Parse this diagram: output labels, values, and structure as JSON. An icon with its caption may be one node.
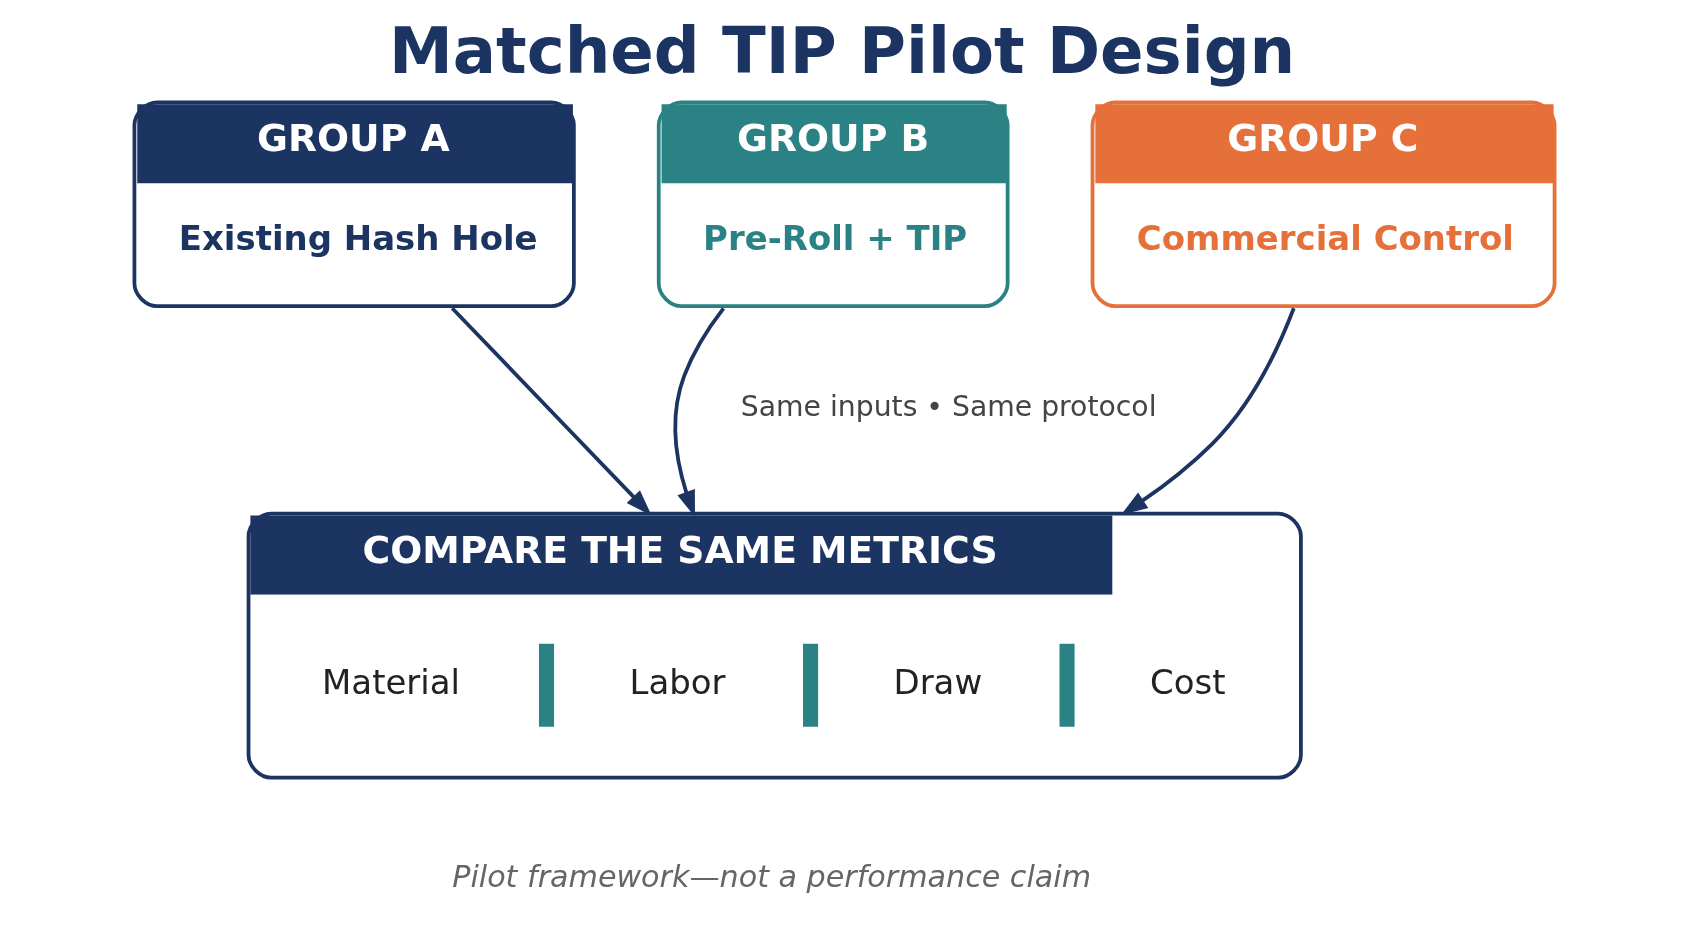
{
  "diagram": {
    "title": "Matched TIP Pilot Design",
    "caption": "Pilot framework—not a performance claim",
    "nodes": [
      {
        "text": [
          "GROUP A",
          "Existing Hash Hole"
        ]
      },
      {
        "text": [
          "GROUP B",
          "Pre-Roll + TIP"
        ]
      },
      {
        "text": [
          "GROUP C",
          "Commercial Control"
        ]
      },
      {
        "text": [
          "COMPARE THE SAME METRICS",
          "Material",
          "Labor",
          "Draw",
          "Cost"
        ]
      }
    ],
    "edges": [
      {
        "from": 0,
        "to": 3,
        "arrow": "to"
      },
      {
        "from": 1,
        "to": 3,
        "arrow": "to"
      },
      {
        "from": 2,
        "to": 3,
        "arrow": "to"
      }
    ],
    "labels": [
      "Same inputs • Same protocol"
    ]
  }
}
